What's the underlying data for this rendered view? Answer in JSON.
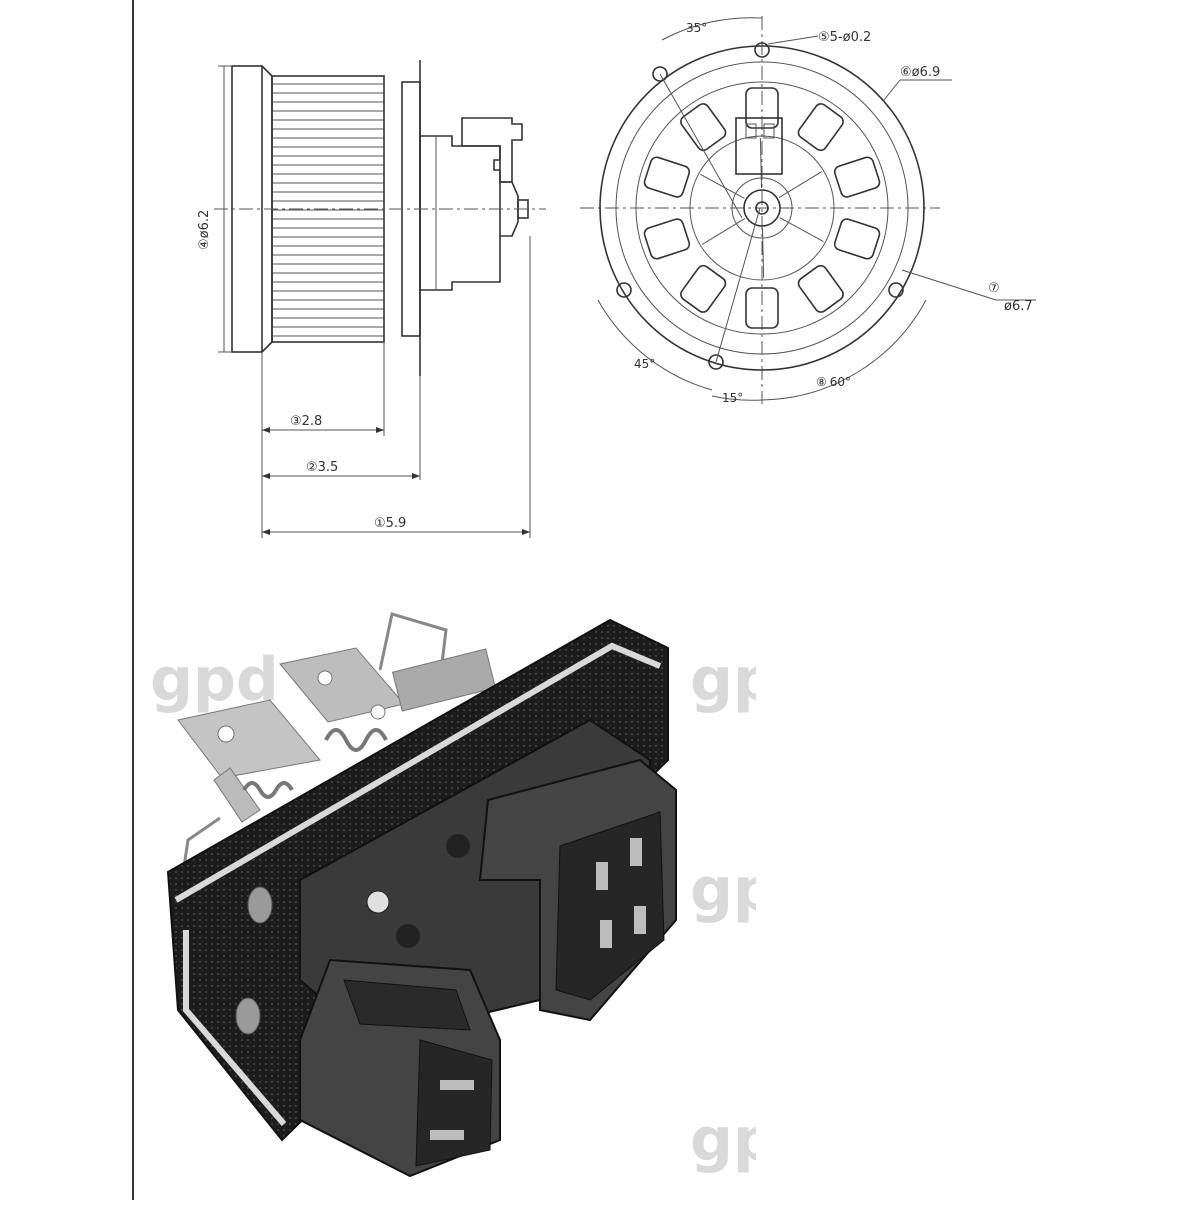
{
  "drawing": {
    "side_view": {
      "dims": [
        {
          "num": "①",
          "value": "5.9"
        },
        {
          "num": "②",
          "value": "3.5"
        },
        {
          "num": "③",
          "value": "2.8"
        },
        {
          "num": "④",
          "value": "ø6.2"
        }
      ]
    },
    "front_view": {
      "angles": [
        "35°",
        "45°",
        "15°",
        "60°"
      ],
      "callouts": [
        {
          "num": "⑤",
          "value": "5-ø0.2"
        },
        {
          "num": "⑥",
          "value": "ø6.9"
        },
        {
          "num": "⑦",
          "value": "ø6.7"
        },
        {
          "num": "⑧",
          "value": ""
        }
      ]
    }
  },
  "photo": {
    "watermark_text": "gpd",
    "colors": {
      "housing": "#3a3a3a",
      "board": "#1c1c1c",
      "metal": "#b8b8b8",
      "insulator": "#d9d9d9"
    }
  }
}
